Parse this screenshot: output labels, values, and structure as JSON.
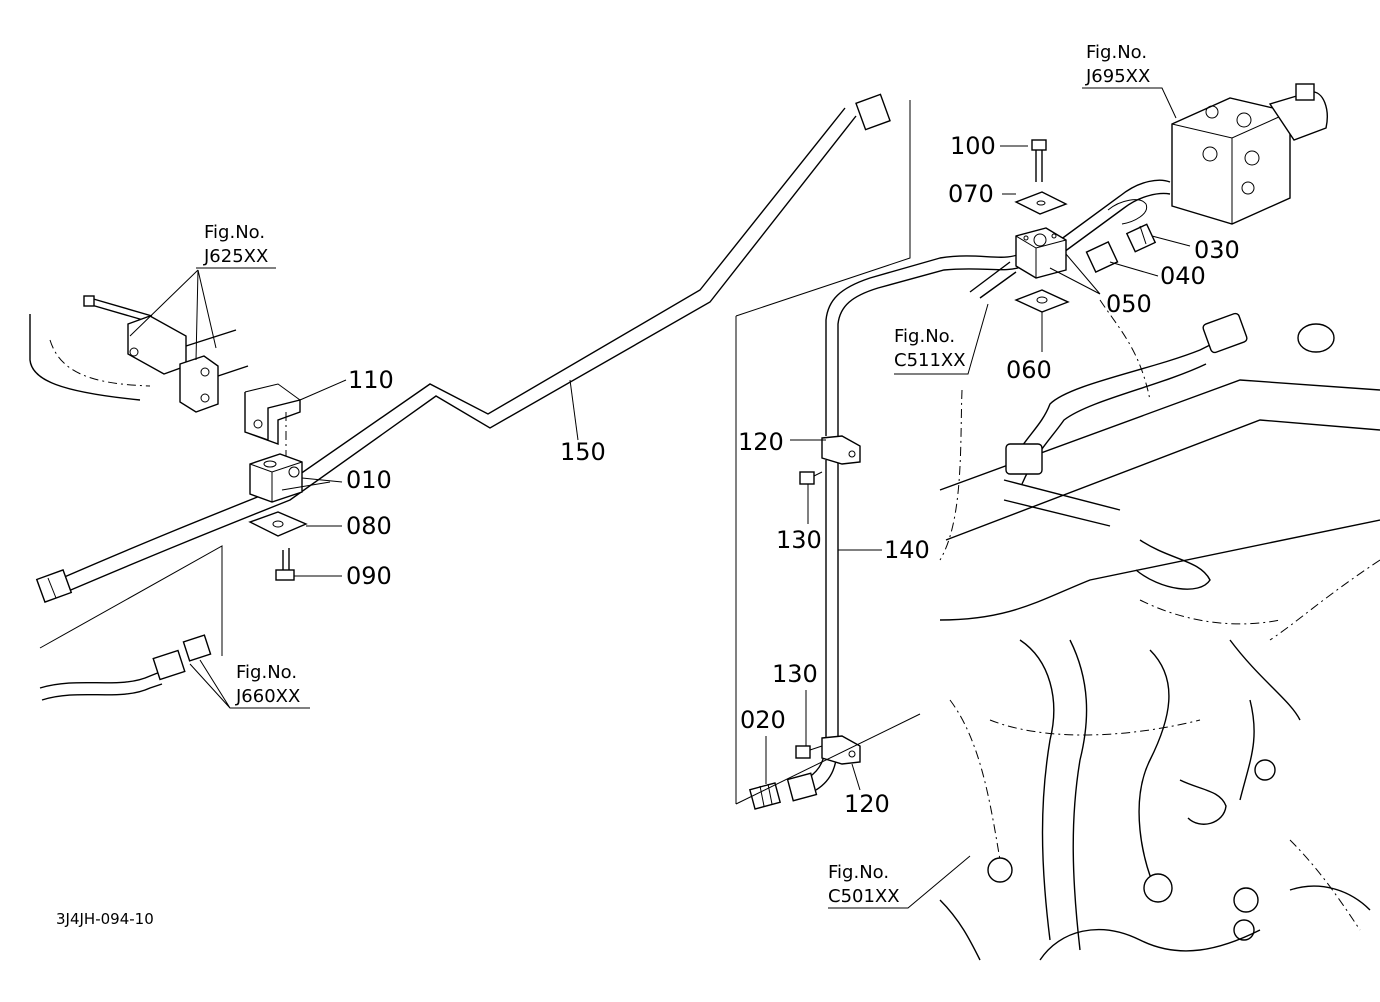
{
  "diagram_code": "3J4JH-094-10",
  "callouts": [
    {
      "id": "010",
      "label": "010"
    },
    {
      "id": "020",
      "label": "020"
    },
    {
      "id": "030",
      "label": "030"
    },
    {
      "id": "040",
      "label": "040"
    },
    {
      "id": "050",
      "label": "050"
    },
    {
      "id": "060",
      "label": "060"
    },
    {
      "id": "070",
      "label": "070"
    },
    {
      "id": "080",
      "label": "080"
    },
    {
      "id": "090",
      "label": "090"
    },
    {
      "id": "100",
      "label": "100"
    },
    {
      "id": "110",
      "label": "110"
    },
    {
      "id": "120a",
      "label": "120"
    },
    {
      "id": "120b",
      "label": "120"
    },
    {
      "id": "130a",
      "label": "130"
    },
    {
      "id": "130b",
      "label": "130"
    },
    {
      "id": "140",
      "label": "140"
    },
    {
      "id": "150",
      "label": "150"
    }
  ],
  "fig_refs": [
    {
      "id": "j625",
      "title": "Fig.No.",
      "number": "J625XX"
    },
    {
      "id": "j660",
      "title": "Fig.No.",
      "number": "J660XX"
    },
    {
      "id": "j695",
      "title": "Fig.No.",
      "number": "J695XX"
    },
    {
      "id": "c511",
      "title": "Fig.No.",
      "number": "C511XX"
    },
    {
      "id": "c501",
      "title": "Fig.No.",
      "number": "C501XX"
    }
  ]
}
